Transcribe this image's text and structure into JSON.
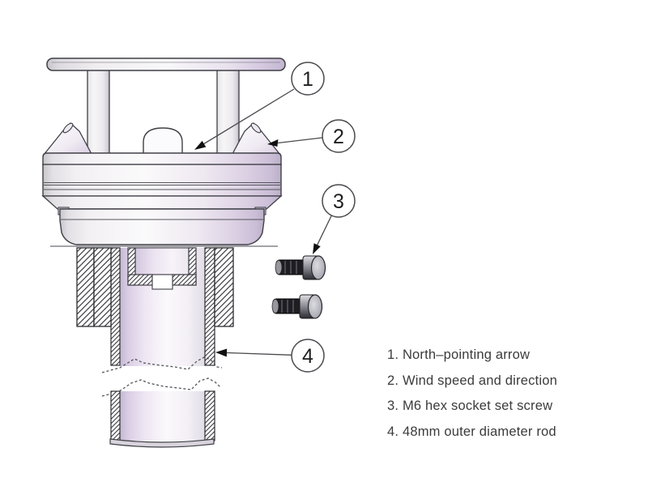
{
  "figure": {
    "type": "exploded-parts-diagram",
    "subject": "ultrasonic wind sensor mounted on rod",
    "background": "#ffffff"
  },
  "callouts": [
    {
      "number": "1",
      "label": "North–pointing arrow"
    },
    {
      "number": "2",
      "label": "Wind speed and direction"
    },
    {
      "number": "3",
      "label": "M6 hex socket set screw"
    },
    {
      "number": "4",
      "label": "48mm outer diameter rod"
    }
  ],
  "legend": {
    "items": [
      {
        "text": "1. North–pointing arrow"
      },
      {
        "text": "2. Wind speed and direction"
      },
      {
        "text": "3. M6 hex socket set screw"
      },
      {
        "text": "4. 48mm outer diameter rod"
      }
    ]
  },
  "colors": {
    "line": "#3f3f46",
    "hatch": "#3c3c42",
    "accent_lavender": "#cfc3d8",
    "screw_dark": "#1e1e22",
    "text": "#3b3b3b"
  }
}
